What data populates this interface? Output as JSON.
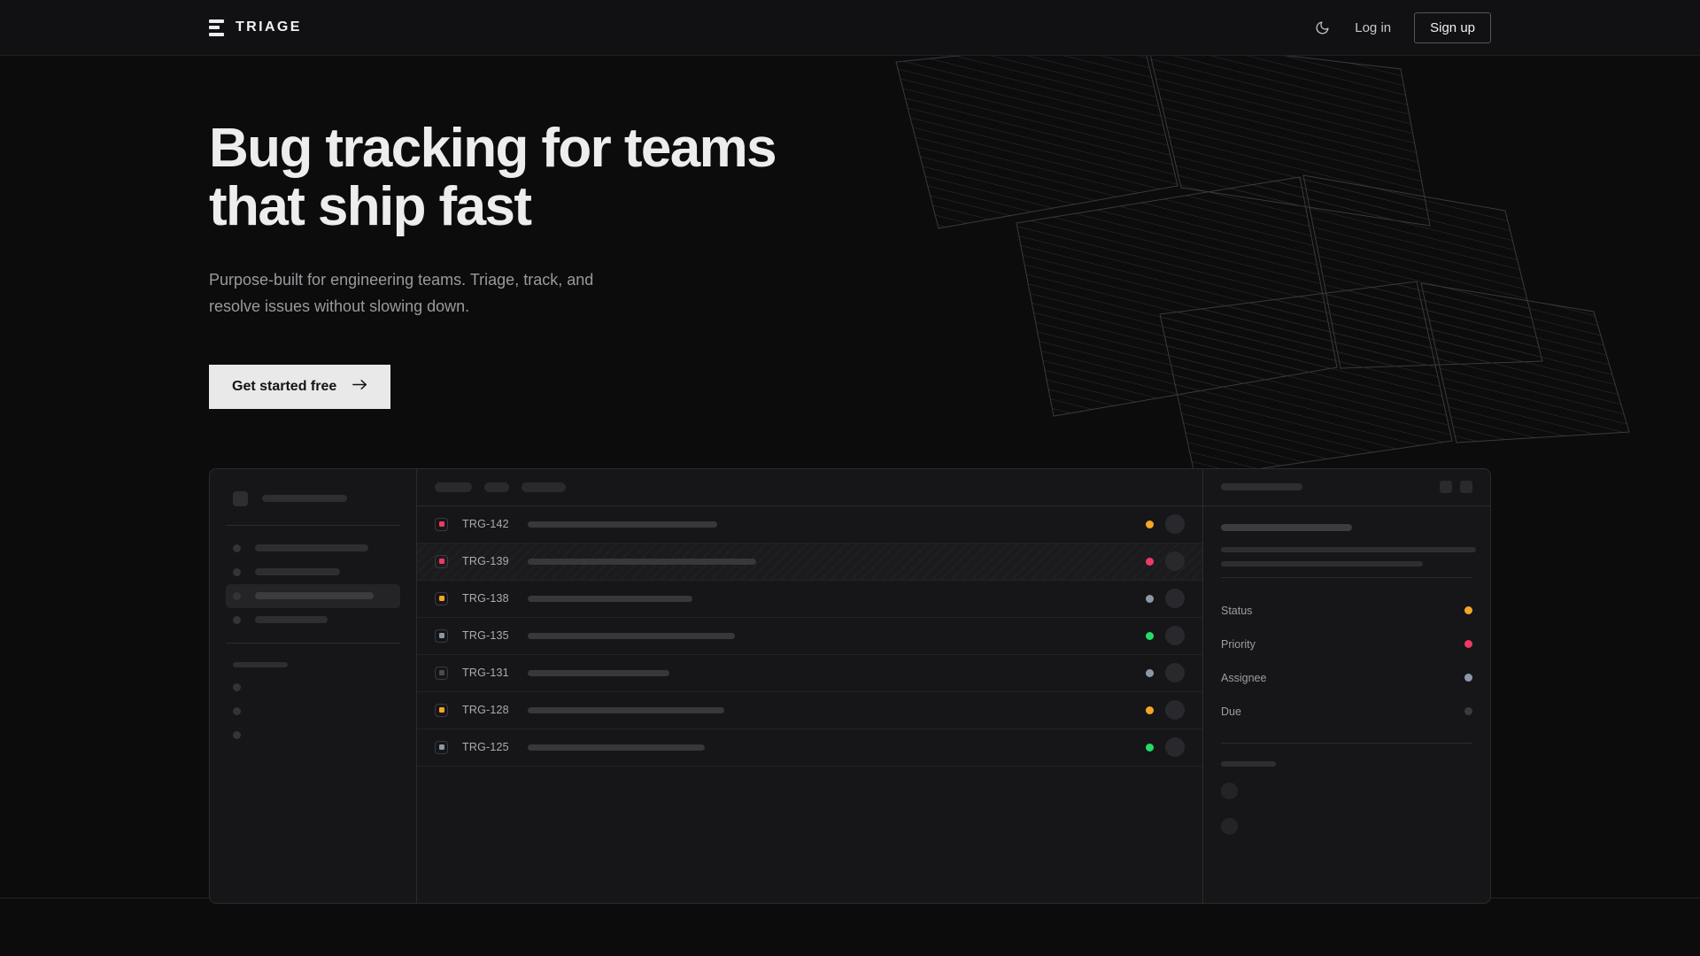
{
  "brand": {
    "name": "TRIAGE",
    "logo_icon": "triage-bars-icon"
  },
  "header": {
    "theme_toggle_icon": "moon-icon",
    "login_label": "Log in",
    "signup_label": "Sign up"
  },
  "hero": {
    "heading_line1": "Bug tracking for teams",
    "heading_line2": "that ship fast",
    "subtext": "Purpose-built for engineering teams. Triage, track, and resolve issues without slowing down.",
    "cta_label": "Get started free",
    "cta_icon": "arrow-right-icon"
  },
  "colors": {
    "background": "#0c0c0d",
    "panel": "#161618",
    "border": "#2b2b2f",
    "text_primary": "#ededed",
    "text_muted": "#9a9a9e",
    "cta_bg": "#e9e9e9",
    "status_amber": "#f5a623",
    "status_pink": "#ef3a64",
    "status_green": "#22dd66",
    "status_slate": "#8c98aa",
    "status_none": "#3a3a3e"
  },
  "app_preview": {
    "sidebar": {
      "workspace_width": 96,
      "nav_items": [
        {
          "icon": "nav-dot-icon",
          "width": 128,
          "active": false
        },
        {
          "icon": "nav-dot-icon",
          "width": 96,
          "active": false
        },
        {
          "icon": "nav-dot-icon",
          "width": 134,
          "active": true
        },
        {
          "icon": "nav-dot-icon",
          "width": 82,
          "active": false
        }
      ],
      "section_label_width": 62,
      "sub_items": [
        {
          "icon": "bullet-dot-icon"
        },
        {
          "icon": "bullet-dot-icon"
        },
        {
          "icon": "bullet-dot-icon"
        }
      ]
    },
    "list": {
      "toolbar_chips": [
        42,
        28,
        50
      ],
      "rows": [
        {
          "id": "TRG-142",
          "priority_color": "#ef3a64",
          "title_width": 214,
          "status_color": "#f5a623",
          "selected": false
        },
        {
          "id": "TRG-139",
          "priority_color": "#ef3a64",
          "title_width": 258,
          "status_color": "#ef3a64",
          "selected": true
        },
        {
          "id": "TRG-138",
          "priority_color": "#f5a623",
          "title_width": 186,
          "status_color": "#8c98aa",
          "selected": false
        },
        {
          "id": "TRG-135",
          "priority_color": "#8c98aa",
          "title_width": 234,
          "status_color": "#22dd66",
          "selected": false
        },
        {
          "id": "TRG-131",
          "priority_color": "#4a4a50",
          "title_width": 160,
          "status_color": "#8c98aa",
          "selected": false
        },
        {
          "id": "TRG-128",
          "priority_color": "#f5a623",
          "title_width": 222,
          "status_color": "#f5a623",
          "selected": false
        },
        {
          "id": "TRG-125",
          "priority_color": "#8c98aa",
          "title_width": 200,
          "status_color": "#22dd66",
          "selected": false
        }
      ]
    },
    "detail": {
      "header_title_width": 92,
      "action_buttons": [
        "detail-action-1",
        "detail-action-2"
      ],
      "summary_bar_width": 148,
      "body_lines": [
        288,
        228
      ],
      "meta": [
        {
          "label": "Status",
          "value_color": "#f5a623"
        },
        {
          "label": "Priority",
          "value_color": "#ef3a64"
        },
        {
          "label": "Assignee",
          "value_color": "#8c98aa"
        },
        {
          "label": "Due",
          "value_color": "#3a3a3e"
        }
      ],
      "activity_label_width": 62,
      "activity_avatars": 2
    }
  }
}
